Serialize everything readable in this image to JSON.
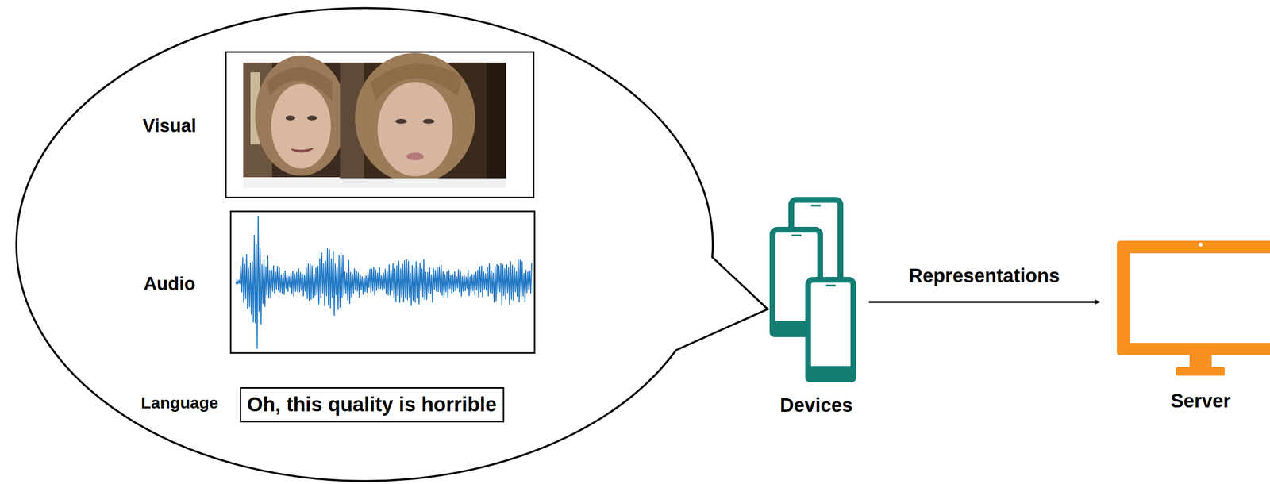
{
  "diagram": {
    "nodes": [
      {
        "text": [
          "Oh, this quality is horrible"
        ]
      },
      {
        "text": [
          "Devices"
        ]
      },
      {
        "text": [
          "Server"
        ]
      }
    ],
    "edges": [
      {
        "from": 1,
        "to": 2,
        "label": "Representations",
        "arrow": "to"
      }
    ],
    "labels": [
      "Visual",
      "Audio",
      "Language"
    ]
  }
}
